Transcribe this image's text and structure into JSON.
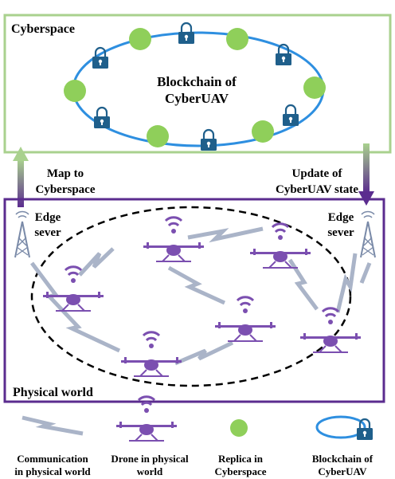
{
  "cyberspace": {
    "title": "Cyberspace",
    "blockchain_label_line1": "Blockchain of",
    "blockchain_label_line2": "CyberUAV"
  },
  "physical": {
    "title": "Physical world"
  },
  "arrows": {
    "map_line1": "Map  to",
    "map_line2": "Cyberspace",
    "update_line1": "Update of",
    "update_line2": "CyberUAV state"
  },
  "edge_left": {
    "line1": "Edge",
    "line2": "sever"
  },
  "edge_right": {
    "line1": "Edge",
    "line2": "sever"
  },
  "legend": {
    "communication_line1": "Communication",
    "communication_line2": "in physical world",
    "drone_line1": "Drone in physical",
    "drone_line2": "world",
    "replica_line1": "Replica in",
    "replica_line2": "Cyberspace",
    "blockchain_line1": "Blockchain of",
    "blockchain_line2": "CyberUAV"
  },
  "colors": {
    "cyberspace_border": "#a9d18e",
    "physical_border": "#5b2c8f",
    "ring": "#2e8fe0",
    "replica": "#8fcf5a",
    "lock": "#1f5f8b",
    "drone": "#7b4fb0",
    "lightning": "#aab4c8"
  }
}
